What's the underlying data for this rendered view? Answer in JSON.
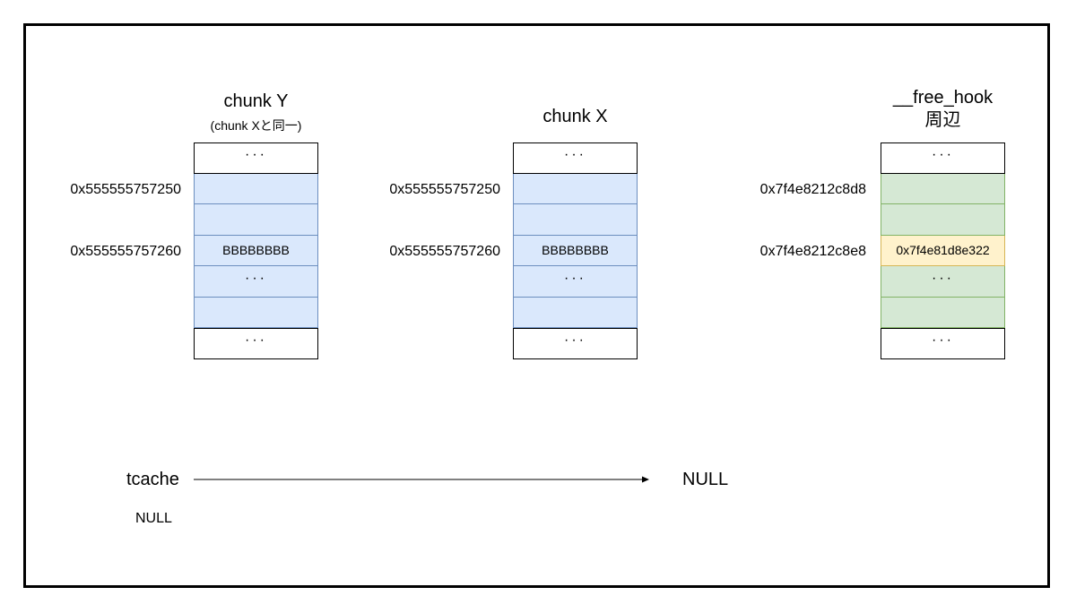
{
  "columns": [
    {
      "title": "chunk Y",
      "subtitle": "(chunk Xと同一)",
      "cells": [
        "···",
        "",
        "",
        "BBBBBBBB",
        "···",
        "",
        "···"
      ],
      "addresses": [
        "0x555555757250",
        "0x555555757260"
      ]
    },
    {
      "title": "chunk X",
      "subtitle": "",
      "cells": [
        "···",
        "",
        "",
        "BBBBBBBB",
        "···",
        "",
        "···"
      ],
      "addresses": [
        "0x555555757250",
        "0x555555757260"
      ]
    },
    {
      "title": "__free_hook",
      "subtitle": "周辺",
      "cells": [
        "···",
        "",
        "",
        "0x7f4e81d8e322",
        "···",
        "",
        "···"
      ],
      "addresses": [
        "0x7f4e8212c8d8",
        "0x7f4e8212c8e8"
      ]
    }
  ],
  "tcache": {
    "label": "tcache",
    "target": "NULL",
    "below": "NULL"
  },
  "colors": {
    "blue_fill": "#dae8fc",
    "blue_stroke": "#6c8ebf",
    "green_fill": "#d5e8d4",
    "green_stroke": "#82b366",
    "yellow_fill": "#fff2cc",
    "yellow_stroke": "#d6b656"
  }
}
